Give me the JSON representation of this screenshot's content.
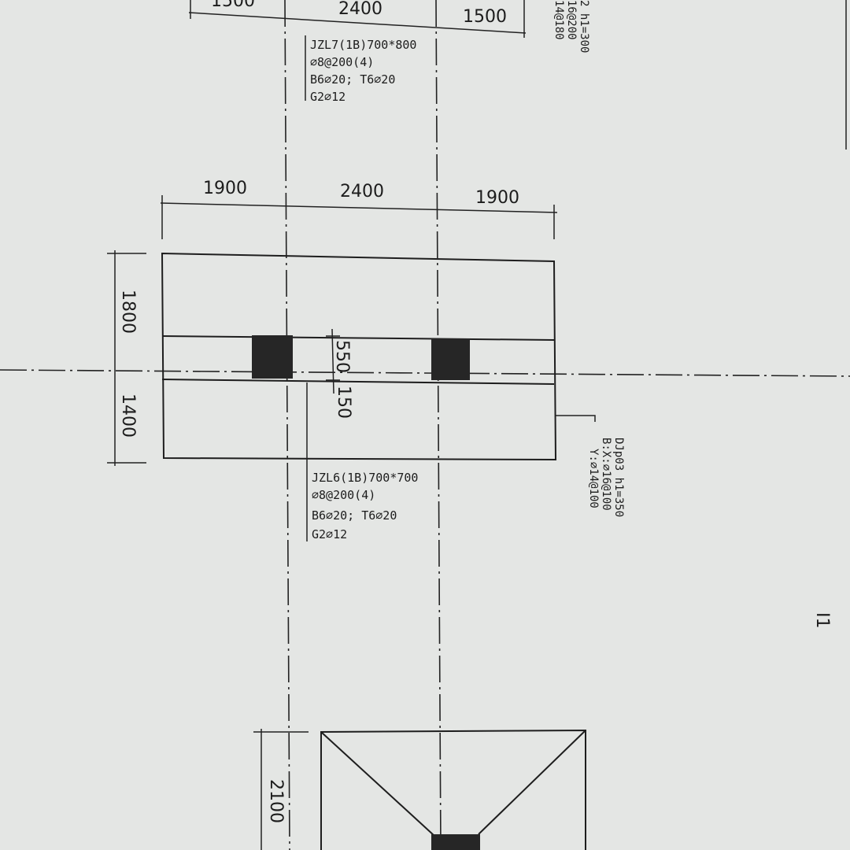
{
  "top_dims": [
    "1500",
    "2400",
    "1500"
  ],
  "top_rot_lines": [
    "2 h1=300",
    "16@200",
    "14@180"
  ],
  "beam_top": {
    "title": "JZL7(1B)700*800",
    "stirrup": "⌀8@200(4)",
    "bars": "B6⌀20; T6⌀20",
    "side": "G2⌀12"
  },
  "footing_dims": {
    "top": [
      "1900",
      "2400",
      "1900"
    ],
    "left": [
      "1800",
      "1400"
    ],
    "inner": [
      "550",
      "150"
    ]
  },
  "beam_bottom": {
    "title": "JZL6(1B)700*700",
    "stirrup": "⌀8@200(4)",
    "bars": "B6⌀20; T6⌀20",
    "side": "G2⌀12"
  },
  "footing_label": [
    "DJp03 h1=350",
    "B:X:⌀16@100",
    "Y:⌀14@100"
  ],
  "lower_dim": "2100",
  "sheet_mark": "I1"
}
